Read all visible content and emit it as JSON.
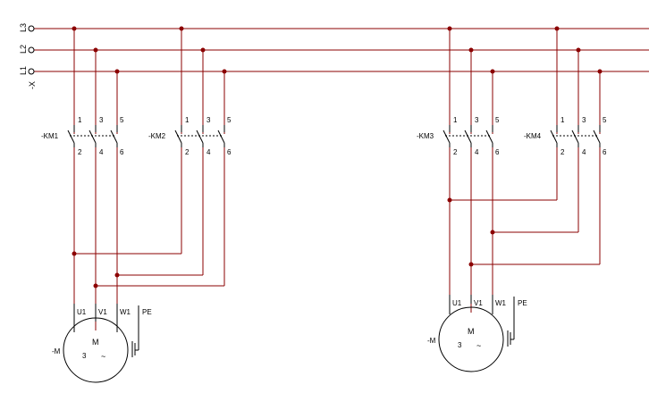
{
  "rails": {
    "x_label": "-X",
    "labels": [
      "L3",
      "L2",
      "L1"
    ]
  },
  "contactors": [
    {
      "name": "-KM1",
      "top_terminals": [
        "1",
        "3",
        "5"
      ],
      "bottom_terminals": [
        "2",
        "4",
        "6"
      ]
    },
    {
      "name": "-KM2",
      "top_terminals": [
        "1",
        "3",
        "5"
      ],
      "bottom_terminals": [
        "2",
        "4",
        "6"
      ]
    },
    {
      "name": "-KM3",
      "top_terminals": [
        "1",
        "3",
        "5"
      ],
      "bottom_terminals": [
        "2",
        "4",
        "6"
      ]
    },
    {
      "name": "-KM4",
      "top_terminals": [
        "1",
        "3",
        "5"
      ],
      "bottom_terminals": [
        "2",
        "4",
        "6"
      ]
    }
  ],
  "motors": [
    {
      "name": "-M",
      "terminals": [
        "U1",
        "V1",
        "W1",
        "PE"
      ],
      "symbol": "M",
      "phases": "3",
      "ac_symbol": "~"
    },
    {
      "name": "-M",
      "terminals": [
        "U1",
        "V1",
        "W1",
        "PE"
      ],
      "symbol": "M",
      "phases": "3",
      "ac_symbol": "~"
    }
  ],
  "colors": {
    "wire": "#8b0000",
    "component": "#000000",
    "background": "#ffffff"
  }
}
